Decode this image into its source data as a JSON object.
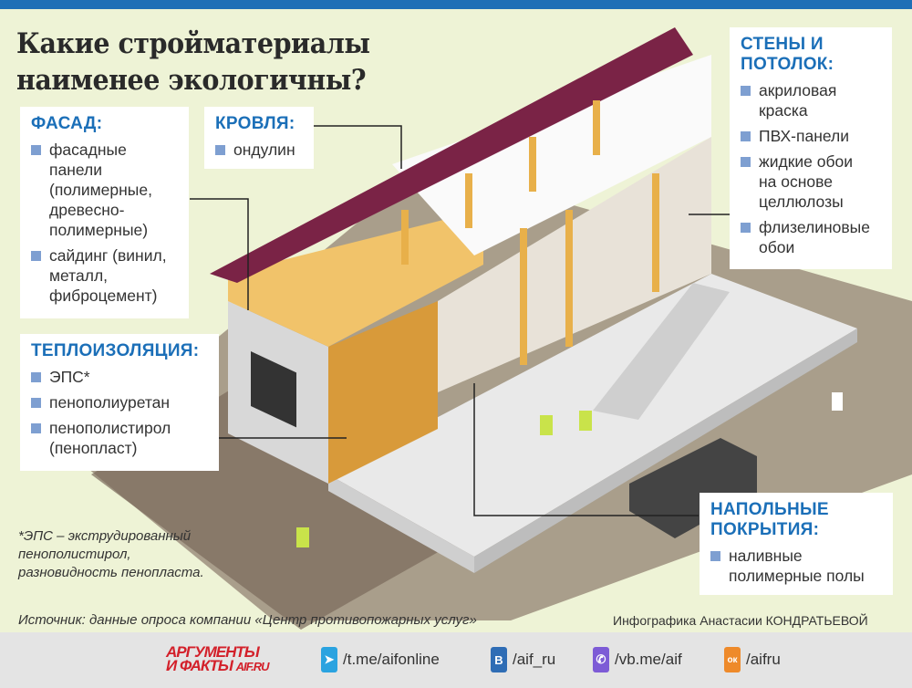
{
  "title": "Какие стройматериалы наименее экологичны?",
  "facade": {
    "heading": "ФАСАД:",
    "items": [
      "фасадные панели (полимерные, древесно-полимерные)",
      "сайдинг (винил, металл, фиброцемент)"
    ]
  },
  "roof": {
    "heading": "КРОВЛЯ:",
    "items": [
      "ондулин"
    ]
  },
  "walls": {
    "heading": "СТЕНЫ И ПОТОЛОК:",
    "items": [
      "акриловая краска",
      "ПВХ-панели",
      "жидкие обои на основе целлюлозы",
      "флизелиновые обои"
    ]
  },
  "insulation": {
    "heading": "ТЕПЛОИЗОЛЯЦИЯ:",
    "items": [
      "ЭПС*",
      "пенополиуретан",
      "пенополистирол (пенопласт)"
    ]
  },
  "floor": {
    "heading": "НАПОЛЬНЫЕ ПОКРЫТИЯ:",
    "items": [
      "наливные полимерные полы"
    ]
  },
  "footnote": "*ЭПС – экструдированный пенополистирол, разновидность пенопласта.",
  "source": "Источник: данные опроса компании «Центр противопожарных услуг»",
  "credit": "Инфографика Анастасии КОНДРАТЬЕВОЙ",
  "footer": {
    "logo_line1": "АРГУМЕНТЫ",
    "logo_line2": "И ФАКТЫ",
    "logo_site": "AIF.RU",
    "links": [
      {
        "icon": "telegram-icon",
        "glyph": "➤",
        "color": "#2aa3e0",
        "text": "/t.me/aifonline"
      },
      {
        "icon": "vk-icon",
        "glyph": "В",
        "color": "#2f6db5",
        "text": "/aif_ru"
      },
      {
        "icon": "viber-icon",
        "glyph": "✆",
        "color": "#7d5bd6",
        "text": "/vb.me/aif"
      },
      {
        "icon": "odnoklassniki-icon",
        "glyph": "ок",
        "color": "#ee8a2a",
        "text": "/aifru"
      }
    ]
  },
  "colors": {
    "accent": "#1b6fb8",
    "roof": "#7a2346",
    "ground": "#a79c8a"
  }
}
